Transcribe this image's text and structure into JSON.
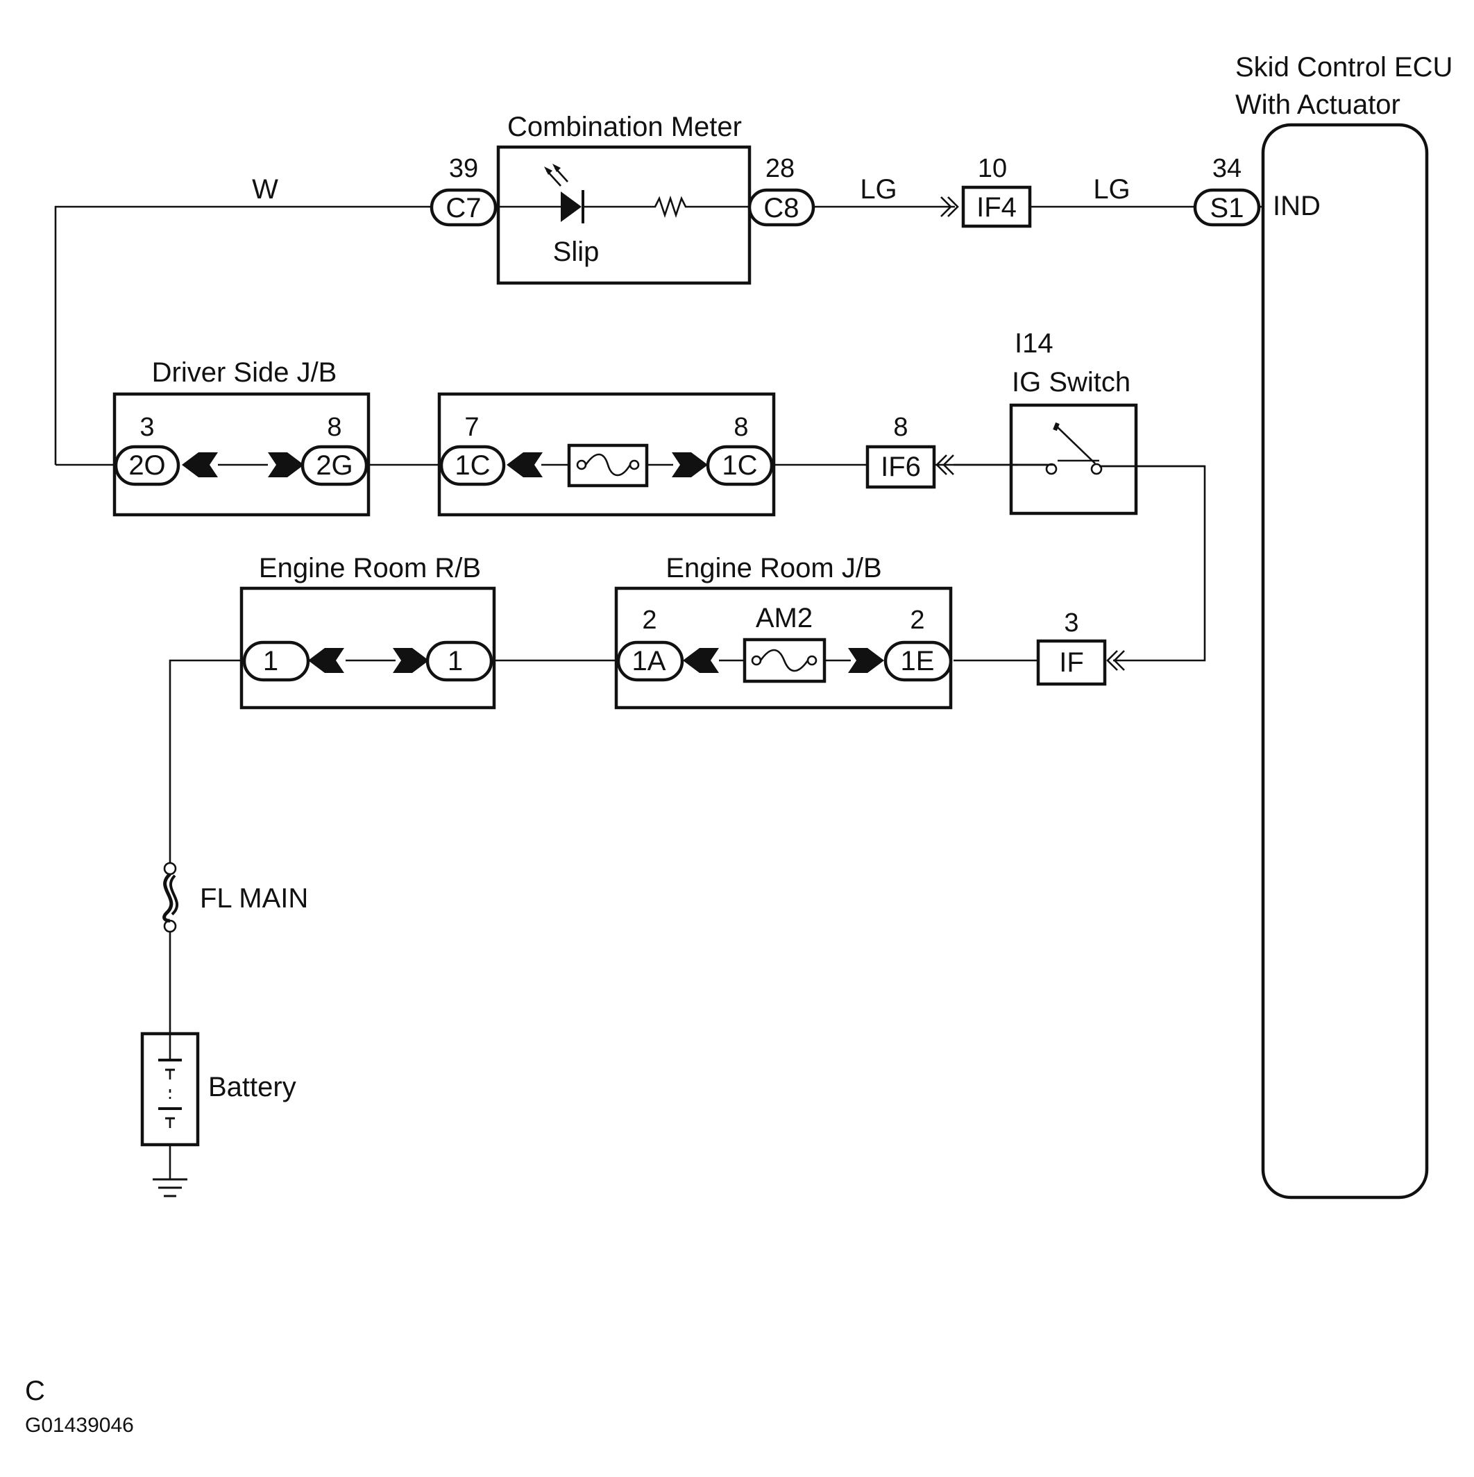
{
  "components": {
    "ecu": {
      "line1": "Skid Control ECU",
      "line2": "With Actuator",
      "terminal_pin": "34",
      "terminal_code": "S1",
      "terminal_name": "IND"
    },
    "combination_meter": {
      "title": "Combination Meter",
      "in_pin": "39",
      "in_code": "C7",
      "out_pin": "28",
      "out_code": "C8",
      "lamp_label": "Slip"
    },
    "driver_side_jb": {
      "title": "Driver Side J/B",
      "left_pin": "3",
      "left_code": "2O",
      "right_pin": "8",
      "right_code": "2G"
    },
    "fuse_block": {
      "left_pin": "7",
      "left_code": "1C",
      "right_pin": "8",
      "right_code": "1C"
    },
    "ig_switch": {
      "code": "I14",
      "title": "IG Switch"
    },
    "engine_room_rb": {
      "title": "Engine Room R/B",
      "left_code": "1",
      "right_code": "1"
    },
    "engine_room_jb": {
      "title": "Engine Room J/B",
      "fuse_label": "AM2",
      "left_pin": "2",
      "left_code": "1A",
      "right_pin": "2",
      "right_code": "1E"
    },
    "fl_main": {
      "label": "FL MAIN"
    },
    "battery": {
      "label": "Battery"
    }
  },
  "connectors": {
    "if4": {
      "pin": "10",
      "code": "IF4"
    },
    "if6": {
      "pin": "8",
      "code": "IF6"
    },
    "if": {
      "pin": "3",
      "code": "IF"
    }
  },
  "wires": {
    "w": "W",
    "lg1": "LG",
    "lg2": "LG"
  },
  "footer": {
    "letter": "C",
    "figure_id": "G01439046"
  }
}
